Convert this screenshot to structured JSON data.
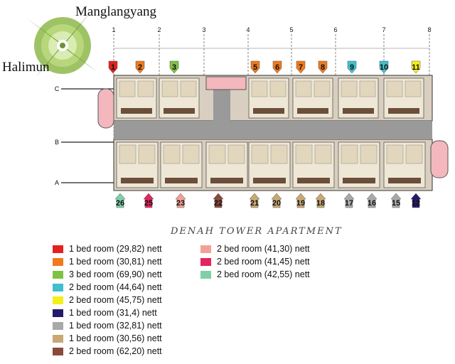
{
  "compass": {
    "north": "Manglangyang",
    "west": "Halimun"
  },
  "title": "DENAH TOWER APARTMENT",
  "grid_columns": [
    "1",
    "2",
    "3",
    "4",
    "5",
    "6",
    "7",
    "8"
  ],
  "grid_rows": [
    "C",
    "B",
    "A"
  ],
  "top_units": [
    {
      "n": "1",
      "color": "#e3221f"
    },
    {
      "n": "2",
      "color": "#f07a1c"
    },
    {
      "n": "3",
      "color": "#7fc242"
    },
    {
      "n": "5",
      "color": "#f07a1c"
    },
    {
      "n": "6",
      "color": "#f07a1c"
    },
    {
      "n": "7",
      "color": "#f07a1c"
    },
    {
      "n": "8",
      "color": "#f07a1c"
    },
    {
      "n": "9",
      "color": "#3fbfcf"
    },
    {
      "n": "10",
      "color": "#3fbfcf"
    },
    {
      "n": "11",
      "color": "#f3f01c"
    }
  ],
  "bottom_units": [
    {
      "n": "26",
      "color": "#7fd0a6"
    },
    {
      "n": "25",
      "color": "#e4245c"
    },
    {
      "n": "23",
      "color": "#f2a196"
    },
    {
      "n": "22",
      "color": "#8a4a3a"
    },
    {
      "n": "21",
      "color": "#c9a873"
    },
    {
      "n": "20",
      "color": "#c9a873"
    },
    {
      "n": "19",
      "color": "#c9a873"
    },
    {
      "n": "18",
      "color": "#c9a873"
    },
    {
      "n": "17",
      "color": "#a9a9a9"
    },
    {
      "n": "16",
      "color": "#a9a9a9"
    },
    {
      "n": "15",
      "color": "#a9a9a9"
    },
    {
      "n": "12",
      "color": "#241a6b"
    }
  ],
  "legend_left": [
    {
      "label": "1 bed room (29,82) nett",
      "color": "#e3221f"
    },
    {
      "label": "1 bed room (30,81) nett",
      "color": "#f07a1c"
    },
    {
      "label": "3 bed room (69,90) nett",
      "color": "#7fc242"
    },
    {
      "label": "2 bed room (44,64) nett",
      "color": "#3fbfcf"
    },
    {
      "label": "2 bed room (45,75) nett",
      "color": "#f3f01c"
    },
    {
      "label": "1 bed room (31,4) nett",
      "color": "#241a6b"
    },
    {
      "label": "1 bed room (32,81) nett",
      "color": "#a9a9a9"
    },
    {
      "label": "1 bed room (30,56) nett",
      "color": "#c9a873"
    },
    {
      "label": "2 bed room (62,20) nett",
      "color": "#8a4a3a"
    }
  ],
  "legend_right": [
    {
      "label": "2 bed room (41,30) nett",
      "color": "#f2a196"
    },
    {
      "label": "2 bed room (41,45) nett",
      "color": "#e4245c"
    },
    {
      "label": "2 bed room (42,55) nett",
      "color": "#7fd0a6"
    }
  ]
}
